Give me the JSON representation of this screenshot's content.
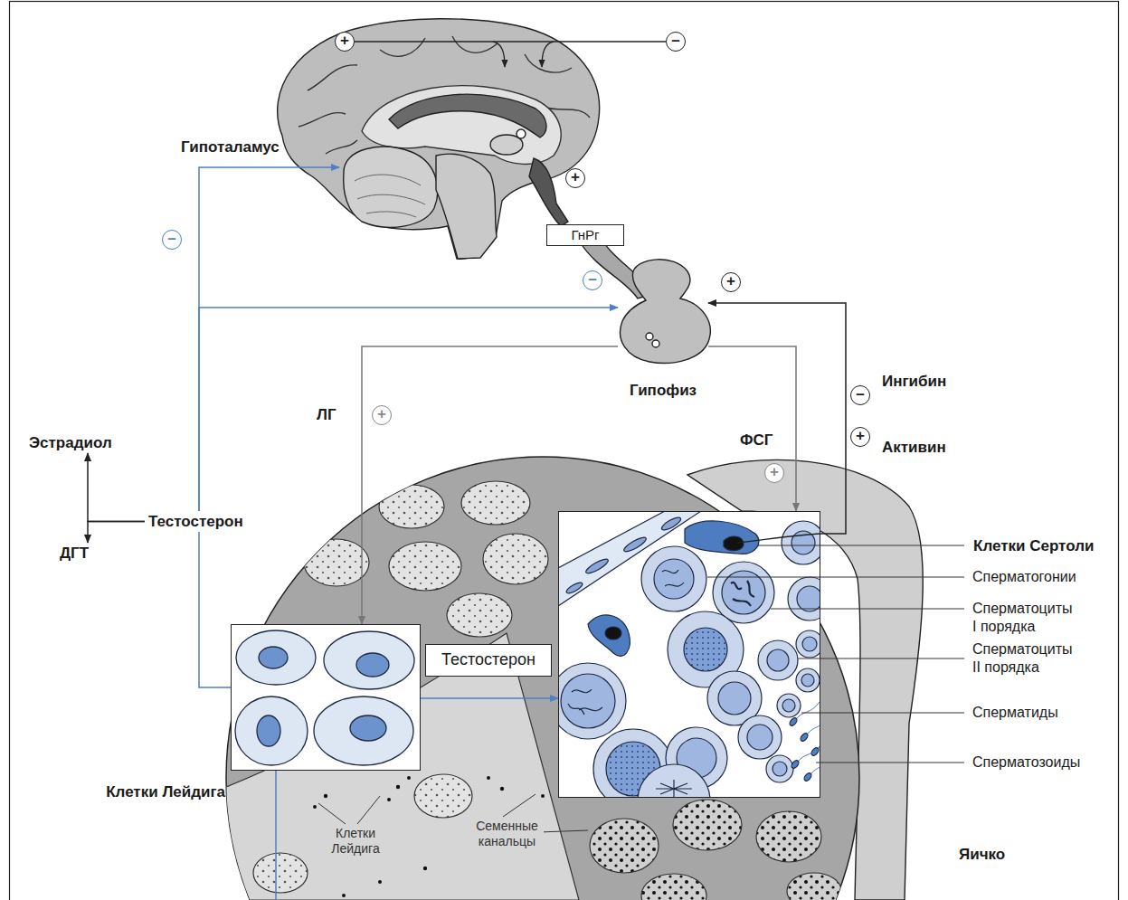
{
  "diagram": {
    "nodes": [
      {
        "text": [
          "Гипоталамус"
        ]
      },
      {
        "text": [
          "ГнРг"
        ]
      },
      {
        "text": [
          "Гипофиз"
        ]
      },
      {
        "text": [
          "Эстрадиол"
        ]
      },
      {
        "text": [
          "Тестостерон"
        ]
      },
      {
        "text": [
          "ДГТ"
        ]
      },
      {
        "text": [
          "Яичко"
        ]
      },
      {
        "text": [
          "Клетки Лейдига"
        ],
        "in": 6
      },
      {
        "text": [
          "Тестостерон"
        ],
        "in": 6
      },
      {
        "text": [
          "Клетки Сертоли"
        ],
        "in": 6
      }
    ],
    "edges": [
      {
        "from": 4,
        "to": 0,
        "arrow": "to"
      },
      {
        "from": 4,
        "to": 2,
        "arrow": "to"
      },
      {
        "from": 4,
        "to": 3,
        "arrow": "to"
      },
      {
        "from": 4,
        "to": 5,
        "arrow": "to"
      },
      {
        "from": 2,
        "to": 7,
        "arrow": "to",
        "label": "ЛГ"
      },
      {
        "from": 2,
        "to": 9,
        "arrow": "to",
        "label": "ФСГ"
      },
      {
        "from": 9,
        "to": 2,
        "arrow": "to"
      },
      {
        "from": 7,
        "to": 4,
        "arrow": "none"
      },
      {
        "from": 7,
        "to": 9,
        "arrow": "to"
      }
    ],
    "labels": [
      "+",
      "–",
      "+",
      "–",
      "–",
      "+",
      "+",
      "–",
      "Ингибин",
      "+",
      "Активин",
      "+",
      "Сперматогонии",
      "Сперматоциты I порядка",
      "Сперматоциты II порядка",
      "Сперматиды",
      "Сперматозоиды",
      "Клетки Лейдига",
      "Семенные канальцы"
    ]
  }
}
